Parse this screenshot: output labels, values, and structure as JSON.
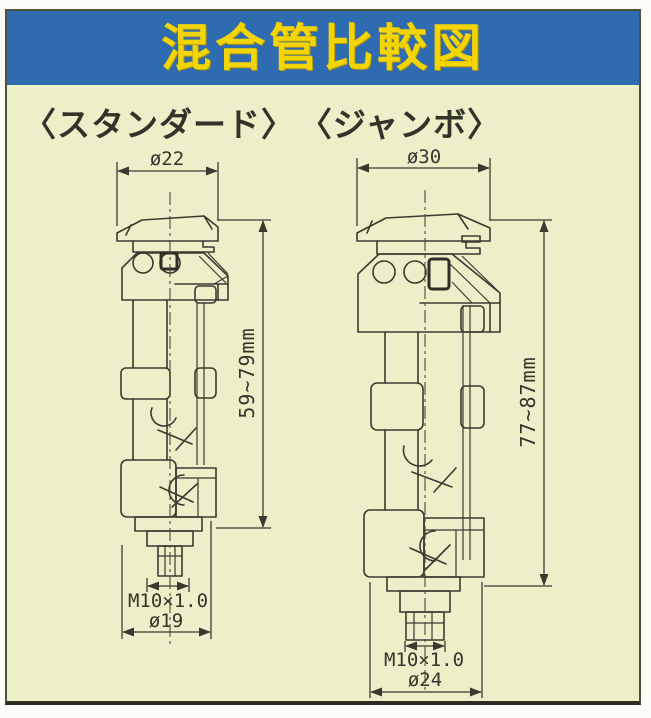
{
  "title": "混合管比較図",
  "colors": {
    "band_blue": "#2f6bb0",
    "title_yellow": "#f4d504",
    "paper_cream": "#edefc8",
    "line_dark": "#3a3a30"
  },
  "diagram": {
    "type": "technical-comparison-drawing",
    "columns": [
      {
        "label": "〈スタンダード〉",
        "dims": {
          "top_diameter": "ø22",
          "height_range": "59~79mm",
          "thread": "M10×1.0",
          "bottom_diameter": "ø19"
        }
      },
      {
        "label": "〈ジャンボ〉",
        "dims": {
          "top_diameter": "ø30",
          "height_range": "77~87mm",
          "thread": "M10×1.0",
          "bottom_diameter": "ø24"
        }
      }
    ]
  }
}
